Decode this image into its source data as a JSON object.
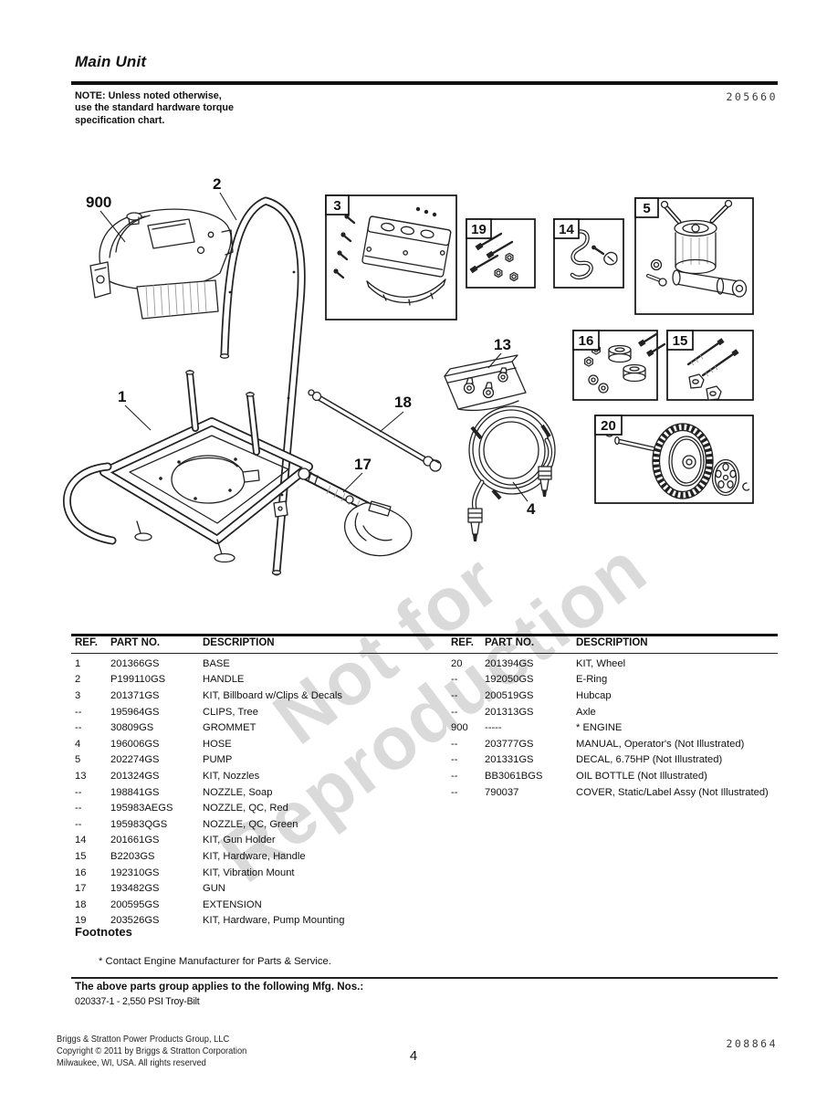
{
  "page": {
    "title": "Main Unit",
    "doc_number": "205660",
    "note_lines": [
      "NOTE: Unless noted otherwise,",
      "use the standard hardware torque",
      "specification chart."
    ],
    "watermark": {
      "line1": "Not for",
      "line2": "Reproduction"
    }
  },
  "diagram": {
    "callouts": {
      "engine": "900",
      "handle": "2",
      "billboard_kit": "3",
      "pump_hardware_kit": "19",
      "gun_holder_kit": "14",
      "pump": "5",
      "nozzle_kit": "13",
      "vibration_mount_kit": "16",
      "handle_hardware_kit": "15",
      "wheel_kit": "20",
      "base": "1",
      "extension": "18",
      "gun": "17",
      "hose": "4"
    }
  },
  "parts_table": {
    "headers": [
      "REF.",
      "PART NO.",
      "DESCRIPTION"
    ],
    "left_rows": [
      {
        "ref": "1",
        "part": "201366GS",
        "desc": "BASE"
      },
      {
        "ref": "2",
        "part": "P199110GS",
        "desc": "HANDLE"
      },
      {
        "ref": "3",
        "part": "201371GS",
        "desc": "KIT, Billboard w/Clips & Decals"
      },
      {
        "ref": "--",
        "part": "195964GS",
        "desc": "CLIPS, Tree"
      },
      {
        "ref": "--",
        "part": "30809GS",
        "desc": "GROMMET"
      },
      {
        "ref": "4",
        "part": "196006GS",
        "desc": "HOSE"
      },
      {
        "ref": "5",
        "part": "202274GS",
        "desc": "PUMP"
      },
      {
        "ref": "13",
        "part": "201324GS",
        "desc": "KIT, Nozzles"
      },
      {
        "ref": "--",
        "part": "198841GS",
        "desc": "NOZZLE, Soap"
      },
      {
        "ref": "--",
        "part": "195983AEGS",
        "desc": "NOZZLE, QC, Red"
      },
      {
        "ref": "--",
        "part": "195983QGS",
        "desc": "NOZZLE, QC, Green"
      },
      {
        "ref": "14",
        "part": "201661GS",
        "desc": "KIT, Gun Holder"
      },
      {
        "ref": "15",
        "part": "B2203GS",
        "desc": "KIT, Hardware, Handle"
      },
      {
        "ref": "16",
        "part": "192310GS",
        "desc": "KIT, Vibration Mount"
      },
      {
        "ref": "17",
        "part": "193482GS",
        "desc": "GUN"
      },
      {
        "ref": "18",
        "part": "200595GS",
        "desc": "EXTENSION"
      },
      {
        "ref": "19",
        "part": "203526GS",
        "desc": "KIT, Hardware, Pump Mounting"
      }
    ],
    "right_rows": [
      {
        "ref": "20",
        "part": "201394GS",
        "desc": "KIT, Wheel"
      },
      {
        "ref": "--",
        "part": "192050GS",
        "desc": "E-Ring"
      },
      {
        "ref": "--",
        "part": "200519GS",
        "desc": "Hubcap"
      },
      {
        "ref": "--",
        "part": "201313GS",
        "desc": "Axle"
      },
      {
        "ref": "900",
        "part": "-----",
        "desc": "* ENGINE"
      },
      {
        "ref": "--",
        "part": "203777GS",
        "desc": "MANUAL, Operator's (Not Illustrated)"
      },
      {
        "ref": "--",
        "part": "201331GS",
        "desc": "DECAL, 6.75HP (Not Illustrated)"
      },
      {
        "ref": "--",
        "part": "BB3061BGS",
        "desc": "OIL BOTTLE (Not Illustrated)"
      },
      {
        "ref": "--",
        "part": "790037",
        "desc": "COVER, Static/Label Assy (Not Illustrated)"
      }
    ]
  },
  "footnotes": {
    "heading": "Footnotes",
    "items": [
      "* Contact Engine Manufacturer for Parts & Service."
    ]
  },
  "mfg": {
    "heading": "The above parts group applies to the following Mfg. Nos.:",
    "items": [
      "020337-1 - 2,550 PSI Troy-Bilt"
    ]
  },
  "footer": {
    "company_lines": [
      "Briggs & Stratton Power Products Group, LLC",
      "Copyright © 2011 by Briggs & Stratton Corporation",
      "Milwaukee, WI, USA. All rights reserved"
    ],
    "page_number": "4",
    "doc_number": "208864"
  }
}
